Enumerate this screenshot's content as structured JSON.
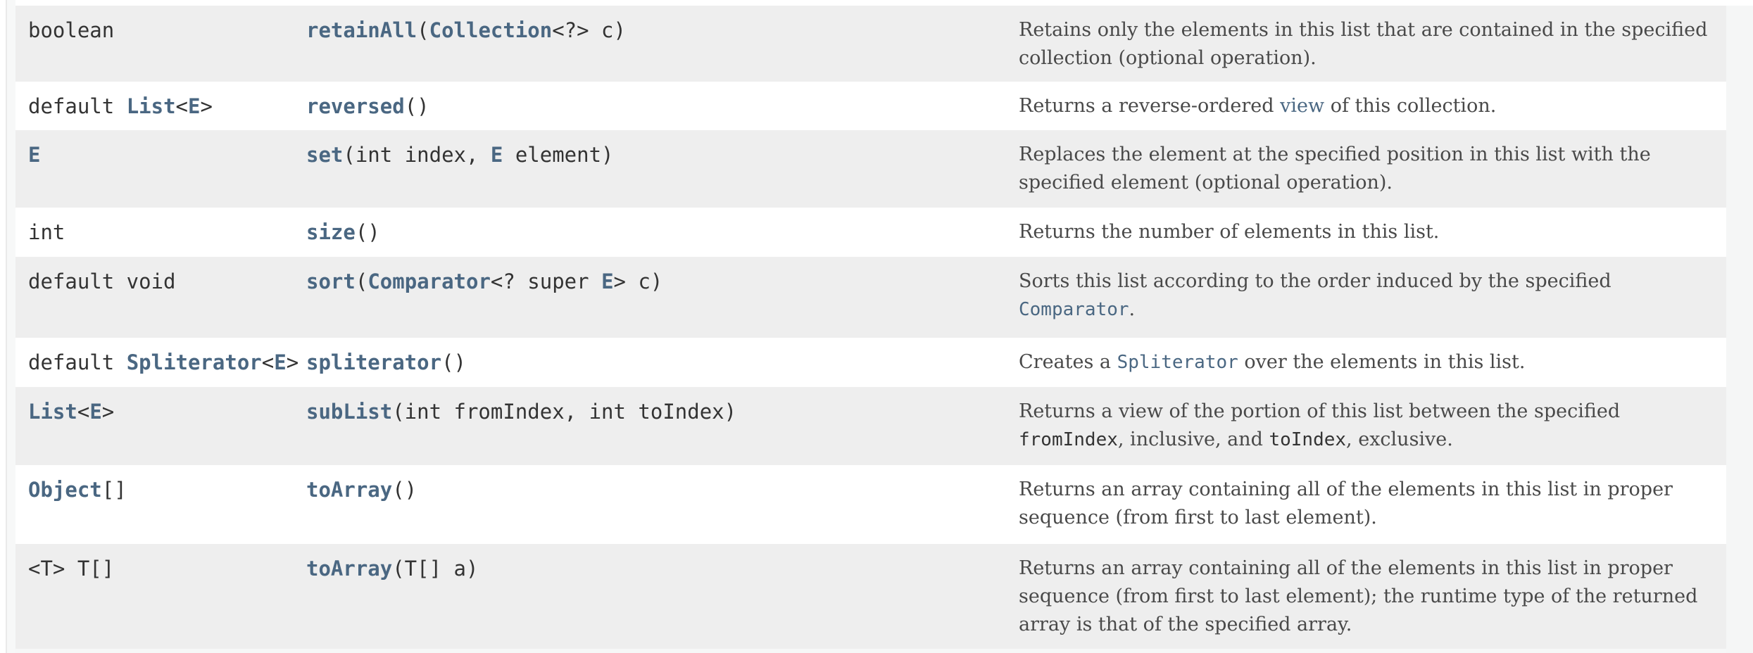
{
  "page": {
    "kind_label": "Method Summary (Java List interface documentation, scrolled view)"
  },
  "colors": {
    "link_color": "#4a6782",
    "odd_row_background": "#eeeeee",
    "even_row_background": "#ffffff",
    "code_text_color": "#333333",
    "description_text_color": "#494949"
  },
  "table": {
    "rows": [
      {
        "bg": "odd",
        "type": [
          {
            "t": "c",
            "x": "boolean"
          }
        ],
        "sig": [
          {
            "t": "cl",
            "x": "retainAll"
          },
          {
            "t": "c",
            "x": "("
          },
          {
            "t": "cl",
            "x": "Collection"
          },
          {
            "t": "c",
            "x": "<?> c)"
          }
        ],
        "desc": [
          {
            "t": "s",
            "x": "Retains only the elements in this list that are contained in the specified collection (optional operation)."
          }
        ]
      },
      {
        "bg": "even",
        "type": [
          {
            "t": "c",
            "x": "default "
          },
          {
            "t": "cl",
            "x": "List"
          },
          {
            "t": "c",
            "x": "<"
          },
          {
            "t": "cl",
            "x": "E"
          },
          {
            "t": "c",
            "x": ">"
          }
        ],
        "sig": [
          {
            "t": "cl",
            "x": "reversed"
          },
          {
            "t": "c",
            "x": "()"
          }
        ],
        "desc": [
          {
            "t": "s",
            "x": "Returns a reverse-ordered "
          },
          {
            "t": "sl",
            "x": "view"
          },
          {
            "t": "s",
            "x": " of this collection."
          }
        ]
      },
      {
        "bg": "odd",
        "type": [
          {
            "t": "cl",
            "x": "E"
          }
        ],
        "sig": [
          {
            "t": "cl",
            "x": "set"
          },
          {
            "t": "c",
            "x": "(int index, "
          },
          {
            "t": "cl",
            "x": "E"
          },
          {
            "t": "c",
            "x": " element)"
          }
        ],
        "desc": [
          {
            "t": "s",
            "x": "Replaces the element at the specified position in this list with the specified element (optional operation)."
          }
        ]
      },
      {
        "bg": "even",
        "type": [
          {
            "t": "c",
            "x": "int"
          }
        ],
        "sig": [
          {
            "t": "cl",
            "x": "size"
          },
          {
            "t": "c",
            "x": "()"
          }
        ],
        "desc": [
          {
            "t": "s",
            "x": "Returns the number of elements in this list."
          }
        ]
      },
      {
        "bg": "odd",
        "type": [
          {
            "t": "c",
            "x": "default void"
          }
        ],
        "sig": [
          {
            "t": "cl",
            "x": "sort"
          },
          {
            "t": "c",
            "x": "("
          },
          {
            "t": "cl",
            "x": "Comparator"
          },
          {
            "t": "c",
            "x": "<? super "
          },
          {
            "t": "cl",
            "x": "E"
          },
          {
            "t": "c",
            "x": "> c)"
          }
        ],
        "desc": [
          {
            "t": "s",
            "x": "Sorts this list according to the order induced by the specified "
          },
          {
            "t": "csl",
            "x": "Comparator"
          },
          {
            "t": "s",
            "x": "."
          }
        ]
      },
      {
        "bg": "even",
        "type": [
          {
            "t": "c",
            "x": "default "
          },
          {
            "t": "cl",
            "x": "Spliterator"
          },
          {
            "t": "c",
            "x": "<"
          },
          {
            "t": "cl",
            "x": "E"
          },
          {
            "t": "c",
            "x": ">"
          }
        ],
        "sig": [
          {
            "t": "cl",
            "x": "spliterator"
          },
          {
            "t": "c",
            "x": "()"
          }
        ],
        "desc": [
          {
            "t": "s",
            "x": "Creates a "
          },
          {
            "t": "csl",
            "x": "Spliterator"
          },
          {
            "t": "s",
            "x": " over the elements in this list."
          }
        ]
      },
      {
        "bg": "odd",
        "type": [
          {
            "t": "cl",
            "x": "List"
          },
          {
            "t": "c",
            "x": "<"
          },
          {
            "t": "cl",
            "x": "E"
          },
          {
            "t": "c",
            "x": ">"
          }
        ],
        "sig": [
          {
            "t": "cl",
            "x": "subList"
          },
          {
            "t": "c",
            "x": "(int fromIndex, int toIndex)"
          }
        ],
        "desc": [
          {
            "t": "s",
            "x": "Returns a view of the portion of this list between the specified "
          },
          {
            "t": "cs",
            "x": "fromIndex"
          },
          {
            "t": "s",
            "x": ", inclusive, and "
          },
          {
            "t": "cs",
            "x": "toIndex"
          },
          {
            "t": "s",
            "x": ", exclusive."
          }
        ]
      },
      {
        "bg": "even",
        "type": [
          {
            "t": "cl",
            "x": "Object"
          },
          {
            "t": "c",
            "x": "[]"
          }
        ],
        "sig": [
          {
            "t": "cl",
            "x": "toArray"
          },
          {
            "t": "c",
            "x": "()"
          }
        ],
        "desc": [
          {
            "t": "s",
            "x": "Returns an array containing all of the elements in this list in proper sequence (from first to last element)."
          }
        ]
      },
      {
        "bg": "odd",
        "type": [
          {
            "t": "c",
            "x": "<T> T[]"
          }
        ],
        "sig": [
          {
            "t": "cl",
            "x": "toArray"
          },
          {
            "t": "c",
            "x": "(T[] a)"
          }
        ],
        "desc": [
          {
            "t": "s",
            "x": "Returns an array containing all of the elements in this list in proper sequence (from first to last element); the runtime type of the returned array is that of the specified array."
          }
        ]
      }
    ]
  }
}
